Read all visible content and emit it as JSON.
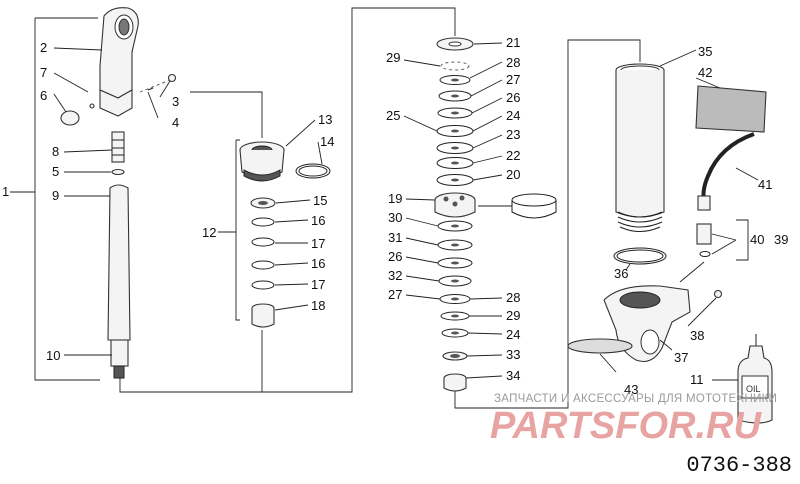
{
  "diagram": {
    "drawing_code": "0736-388",
    "watermark_caption": "ЗАПЧАСТИ И АКСЕССУАРЫ ДЛЯ МОТОТЕХНИКИ",
    "watermark_brand": "PARTSFOR.RU",
    "labels": {
      "p1": "1",
      "p2": "2",
      "p3": "3",
      "p4": "4",
      "p5": "5",
      "p6": "6",
      "p7": "7",
      "p8": "8",
      "p9": "9",
      "p10": "10",
      "p11": "11",
      "p12": "12",
      "p13": "13",
      "p14": "14",
      "p15": "15",
      "p16a": "16",
      "p16b": "16",
      "p17a": "17",
      "p17b": "17",
      "p18": "18",
      "p19": "19",
      "p20": "20",
      "p21": "21",
      "p22": "22",
      "p23": "23",
      "p24a": "24",
      "p24b": "24",
      "p25": "25",
      "p26a": "26",
      "p26b": "26",
      "p27a": "27",
      "p27b": "27",
      "p28a": "28",
      "p28b": "28",
      "p29a": "29",
      "p29b": "29",
      "p30": "30",
      "p31": "31",
      "p32": "32",
      "p33": "33",
      "p34": "34",
      "p35": "35",
      "p36": "36",
      "p37": "37",
      "p38": "38",
      "p39": "39",
      "p40": "40",
      "p41": "41",
      "p42": "42",
      "p43": "43"
    }
  }
}
